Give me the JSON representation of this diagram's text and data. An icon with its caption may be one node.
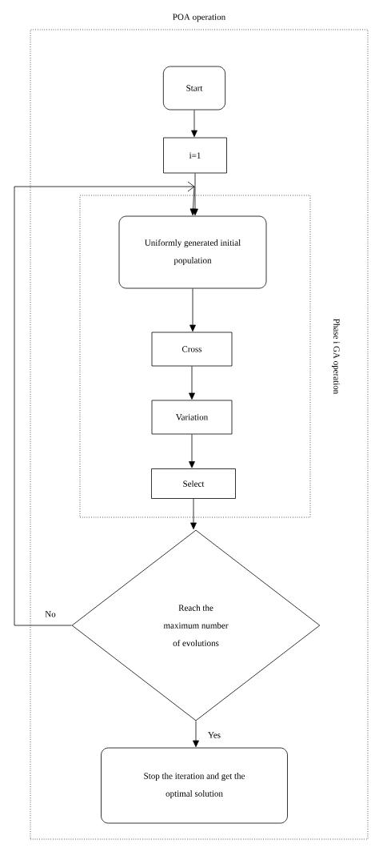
{
  "diagram": {
    "nodes": [
      {
        "text": [
          "POA operation"
        ]
      },
      {
        "text": [
          "Phase i GA operation"
        ],
        "in": 0
      },
      {
        "text": [
          "Start"
        ],
        "in": 0
      },
      {
        "text": [
          "i=1"
        ],
        "in": 0
      },
      {
        "text": [
          "Uniformly generated initial population"
        ],
        "in": 1
      },
      {
        "text": [
          "Cross"
        ],
        "in": 1
      },
      {
        "text": [
          "Variation"
        ],
        "in": 1
      },
      {
        "text": [
          "Select"
        ],
        "in": 1
      },
      {
        "text": [
          "Reach the maximum number of evolutions"
        ],
        "in": 0
      },
      {
        "text": [
          "Stop the iteration and get the optimal solution"
        ],
        "in": 0
      }
    ],
    "edges": [
      {
        "from": 2,
        "to": 3,
        "arrow": "to"
      },
      {
        "from": 3,
        "to": 4,
        "arrow": "to"
      },
      {
        "from": 4,
        "to": 5,
        "arrow": "to"
      },
      {
        "from": 5,
        "to": 6,
        "arrow": "to"
      },
      {
        "from": 6,
        "to": 7,
        "arrow": "to"
      },
      {
        "from": 7,
        "to": 8,
        "arrow": "to"
      },
      {
        "from": 8,
        "to": 4,
        "arrow": "to",
        "label": "No"
      },
      {
        "from": 8,
        "to": 9,
        "arrow": "to",
        "label": "Yes"
      }
    ]
  }
}
